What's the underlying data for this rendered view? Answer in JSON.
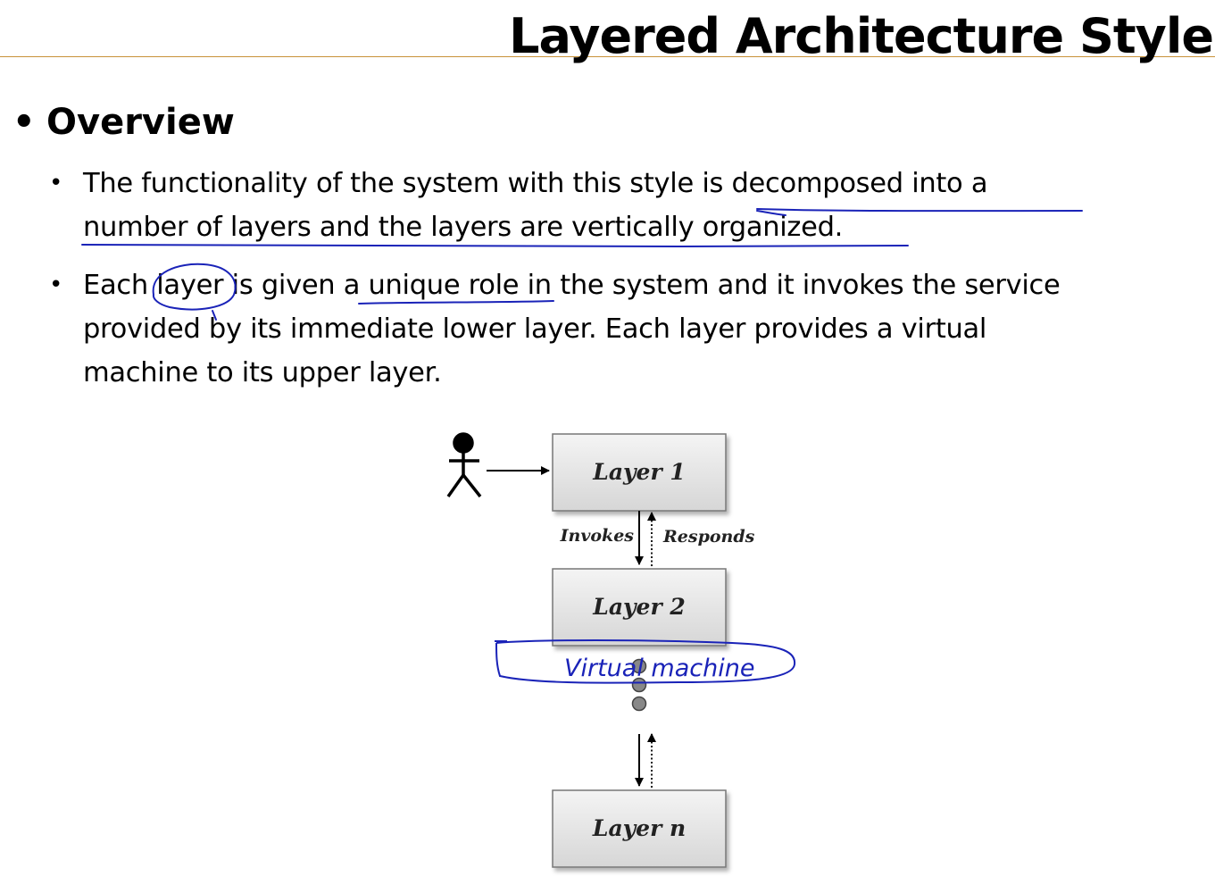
{
  "slide": {
    "title": "Layered Architecture Style",
    "bullet_symbol": "•",
    "overview": {
      "heading": "Overview",
      "points": [
        {
          "line1": "The functionality of the system with this style is decomposed into a",
          "line2": "number of layers and the layers are vertically organized."
        },
        {
          "line1": "Each layer is given a unique role in the system and it invokes the service",
          "line2": "provided by its immediate lower layer. Each layer provides a virtual",
          "line3": "machine to its upper layer."
        }
      ]
    }
  },
  "diagram": {
    "layers": [
      "Layer 1",
      "Layer 2",
      "Layer n"
    ],
    "invokes_label": "Invokes",
    "responds_label": "Responds",
    "handwritten_note": "Virtual machine",
    "actor_icon": "stick-figure-icon"
  },
  "colors": {
    "title_rule": "#c8923a",
    "ink": "#1a23b8",
    "box_fill": "#e3e3e3",
    "box_stroke": "#777777"
  }
}
